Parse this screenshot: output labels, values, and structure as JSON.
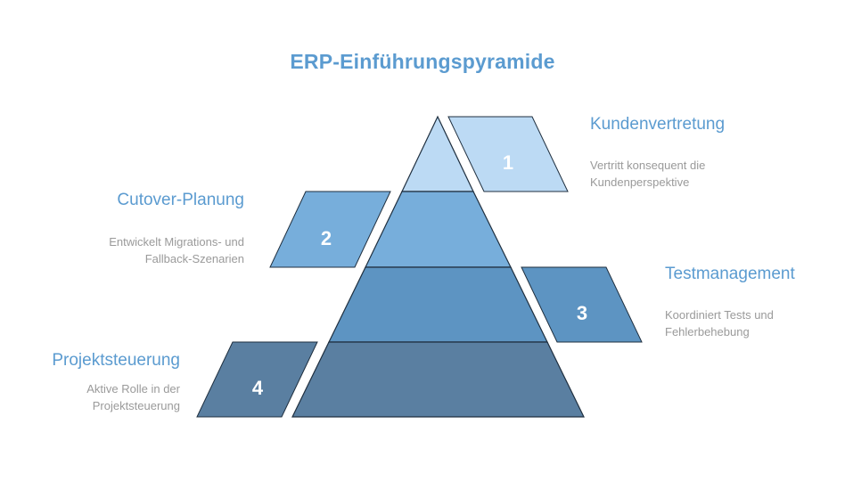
{
  "title": "ERP-Einführungspyramide",
  "levels": [
    {
      "number": "1",
      "title": "Kundenvertretung",
      "description": "Vertritt konsequent die Kundenperspektive",
      "layer_color": "#bcdaf4",
      "tile_color": "#bcdaf4"
    },
    {
      "number": "2",
      "title": "Cutover-Planung",
      "description": "Entwickelt Migrations- und Fallback-Szenarien",
      "layer_color": "#77aedb",
      "tile_color": "#77aedb"
    },
    {
      "number": "3",
      "title": "Testmanagement",
      "description": "Koordiniert Tests und Fehlerbehebung",
      "layer_color": "#5d94c2",
      "tile_color": "#5d94c2"
    },
    {
      "number": "4",
      "title": "Projektsteuerung",
      "description": "Aktive Rolle in der Projektsteuerung",
      "layer_color": "#5a7fa1",
      "tile_color": "#5a7fa1"
    }
  ],
  "colors": {
    "title": "#5b9bd0",
    "label_title": "#5b9bd0",
    "label_desc": "#9a9a9a",
    "number_text": "#ffffff",
    "separator": "#1f2f3f"
  }
}
